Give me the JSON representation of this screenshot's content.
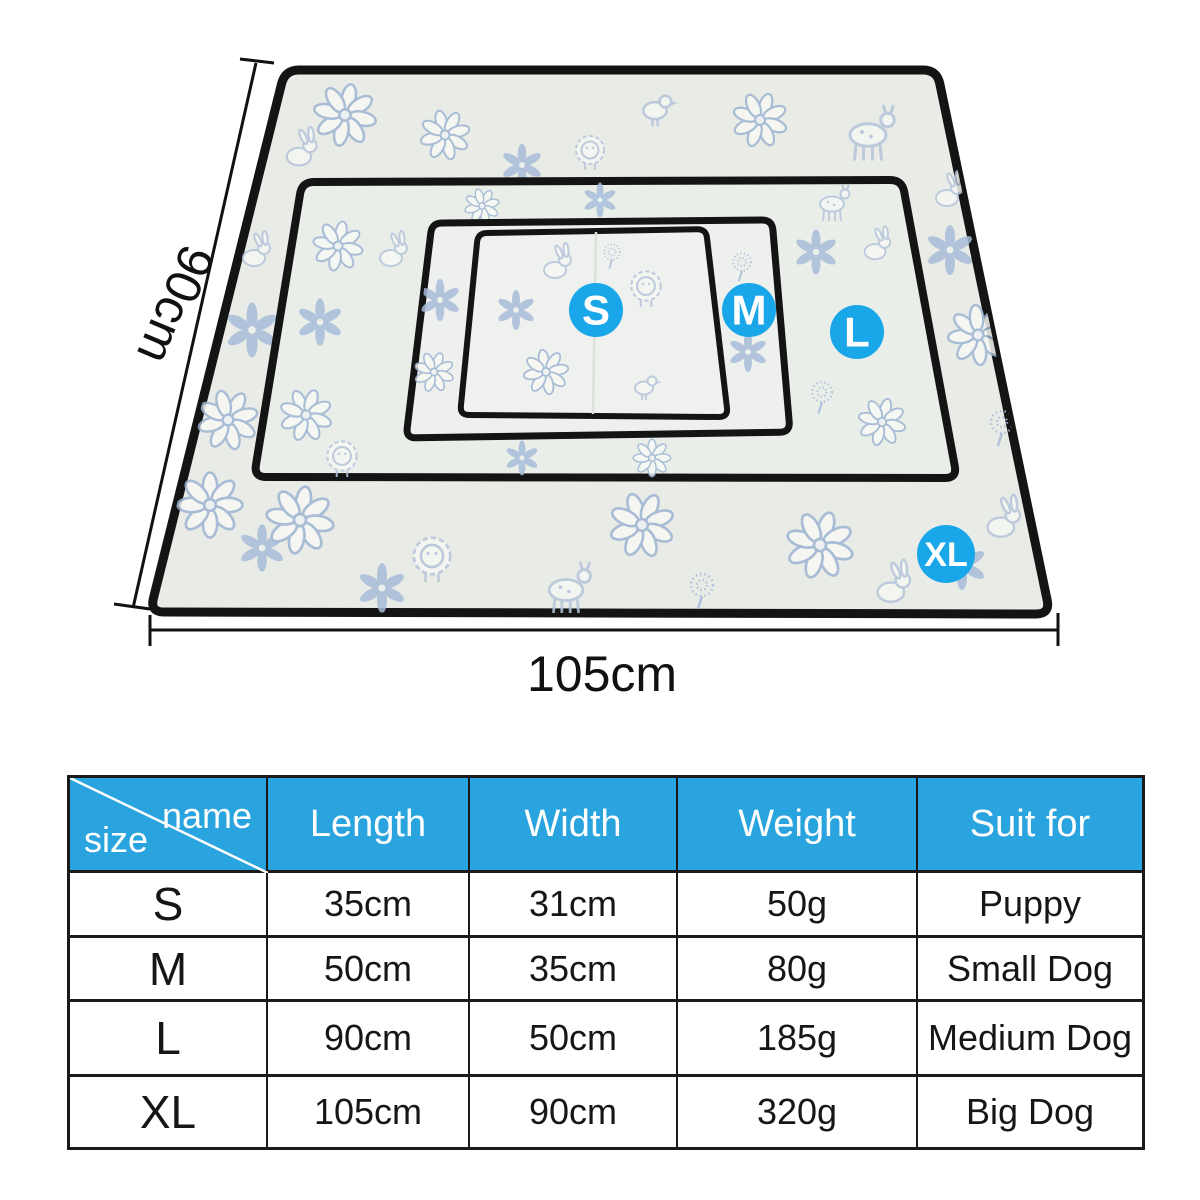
{
  "colors": {
    "badge_blue": "#1aa7ea",
    "table_header_blue": "#2aa4df",
    "grid_border": "#1a1a1a",
    "mat_border": "#141414",
    "mat_fill": "#e8ebe6",
    "pattern_blue": "#a6bcd9",
    "dimension_line": "#111111"
  },
  "diagram": {
    "height_label": "90cm",
    "width_label": "105cm",
    "badges": [
      {
        "label": "S"
      },
      {
        "label": "M"
      },
      {
        "label": "L"
      },
      {
        "label": "XL"
      }
    ]
  },
  "table": {
    "corner": {
      "top_right": "name",
      "bottom_left": "size"
    },
    "columns": [
      "Length",
      "Width",
      "Weight",
      "Suit for"
    ],
    "rows": [
      {
        "size": "S",
        "length": "35cm",
        "width": "31cm",
        "weight": "50g",
        "suit_for": "Puppy"
      },
      {
        "size": "M",
        "length": "50cm",
        "width": "35cm",
        "weight": "80g",
        "suit_for": "Small Dog"
      },
      {
        "size": "L",
        "length": "90cm",
        "width": "50cm",
        "weight": "185g",
        "suit_for": "Medium Dog"
      },
      {
        "size": "XL",
        "length": "105cm",
        "width": "90cm",
        "weight": "320g",
        "suit_for": "Big Dog"
      }
    ]
  }
}
